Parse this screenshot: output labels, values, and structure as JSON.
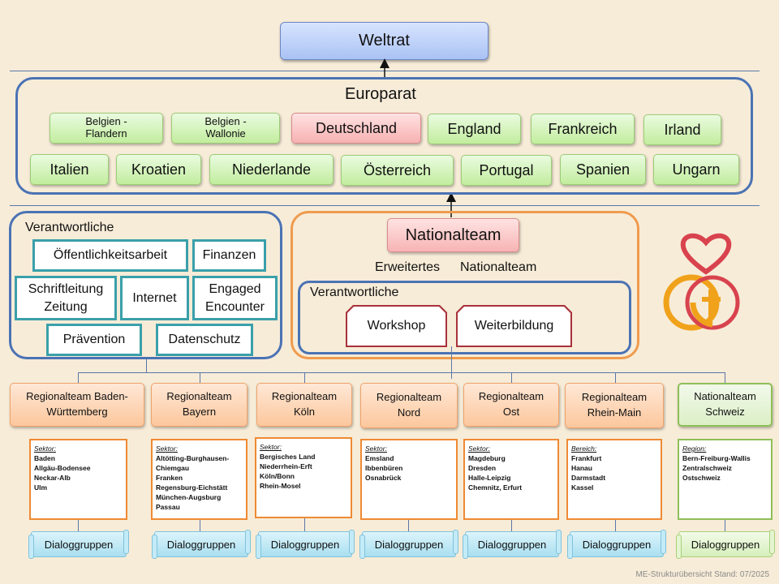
{
  "weltrat": "Weltrat",
  "europarat": {
    "title": "Europarat",
    "countries": [
      "Belgien -\nFlandern",
      "Belgien -\nWallonie",
      "Deutschland",
      "England",
      "Frankreich",
      "Irland",
      "Italien",
      "Kroatien",
      "Niederlande",
      "Österreich",
      "Portugal",
      "Spanien",
      "Ungarn"
    ]
  },
  "verantwortliche": {
    "title": "Verantwortliche",
    "items": [
      "Öffentlichkeitsarbeit",
      "Finanzen",
      "Schriftleitung\nZeitung",
      "Internet",
      "Engaged\nEncounter",
      "Prävention",
      "Datenschutz"
    ]
  },
  "national": {
    "title": "Nationalteam",
    "erweitert_left": "Erweitertes",
    "erweitert_right": "Nationalteam",
    "verantwortliche_title": "Verantwortliche",
    "items": [
      "Workshop",
      "Weiterbildung"
    ]
  },
  "regions": [
    {
      "name": "Regionalteam Baden-\nWürttemberg",
      "head": "Sektor:",
      "items": [
        "Baden",
        "Allgäu-Bodensee",
        "Neckar-Alb",
        "Ulm"
      ],
      "group": "Dialoggruppen"
    },
    {
      "name": "Regionalteam\nBayern",
      "head": "Sektor:",
      "items": [
        "Altötting-Burghausen-",
        "Chiemgau",
        "Franken",
        "Regensburg-Eichstätt",
        "München-Augsburg",
        "Passau"
      ],
      "group": "Dialoggruppen"
    },
    {
      "name": "Regionalteam\nKöln",
      "head": "Sektor:",
      "items": [
        "Bergisches Land",
        "Niederrhein-Erft",
        "Köln/Bonn",
        "Rhein-Mosel"
      ],
      "group": "Dialoggruppen"
    },
    {
      "name": "Regionalteam\nNord",
      "head": "Sektor:",
      "items": [
        "Emsland",
        "Ibbenbüren",
        "Osnabrück"
      ],
      "group": "Dialoggruppen"
    },
    {
      "name": "Regionalteam\nOst",
      "head": "Sektor:",
      "items": [
        "Magdeburg",
        "Dresden",
        "Halle-Leipzig",
        "Chemnitz, Erfurt"
      ],
      "group": "Dialoggruppen"
    },
    {
      "name": "Regionalteam\nRhein-Main",
      "head": "Bereich:",
      "items": [
        "Frankfurt",
        "Hanau",
        "Darmstadt",
        "Kassel"
      ],
      "group": "Dialoggruppen"
    },
    {
      "name": "Nationalteam\nSchweiz",
      "head": "Region:",
      "items": [
        "Bern-Freiburg-Wallis",
        "Zentralschweiz",
        "Ostschweiz"
      ],
      "group": "Dialoggruppen"
    }
  ],
  "footer": "ME-Strukturübersicht  Stand: 07/2025",
  "logo_icon": "heart-rings-cross-logo",
  "colors": {
    "heart": "#d8434e",
    "ring": "#f0a21b",
    "cross": "#d8434e"
  }
}
